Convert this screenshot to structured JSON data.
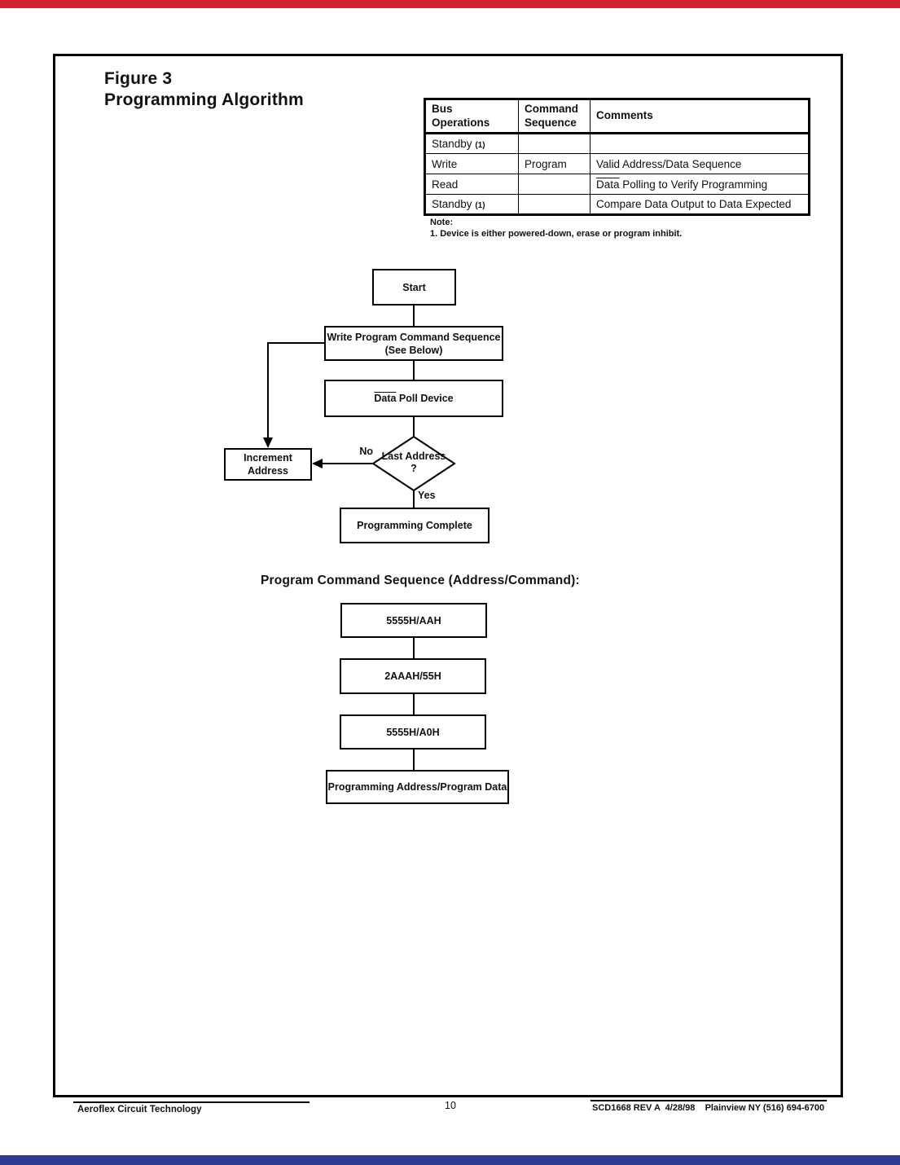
{
  "page": {
    "title_line1": "Figure 3",
    "title_line2": "Programming Algorithm",
    "page_number": "10",
    "footer_left": "Aeroflex Circuit Technology",
    "footer_right": "SCD1668 REV A  4/28/98    Plainview NY (516) 694-6700",
    "accent_colors": {
      "top_bar": "#cf2130",
      "bottom_bar": "#2e3b92"
    }
  },
  "table": {
    "col1_header_line1": "Bus",
    "col1_header_line2": "Operations",
    "col2_header_line1": "Command",
    "col2_header_line2": "Sequence",
    "col3_header": "Comments",
    "rows": [
      {
        "op": "Standby",
        "op_note": "(1)",
        "cmd": "",
        "comment_overline": "",
        "comment": ""
      },
      {
        "op": "Write",
        "op_note": "",
        "cmd": "Program",
        "comment_overline": "",
        "comment": "Valid Address/Data Sequence"
      },
      {
        "op": "Read",
        "op_note": "",
        "cmd": "",
        "comment_overline": "Data",
        "comment": " Polling to Verify Programming"
      },
      {
        "op": "Standby",
        "op_note": "(1)",
        "cmd": "",
        "comment_overline": "",
        "comment": "Compare Data Output to Data Expected"
      }
    ]
  },
  "note": {
    "label": "Note:",
    "text": "1. Device is either powered-down, erase or program inhibit."
  },
  "flowchart": {
    "start": "Start",
    "write_cmd_line1": "Write Program Command Sequence",
    "write_cmd_line2": "(See Below)",
    "data_poll_overline": "Data",
    "data_poll_rest": " Poll Device",
    "decision_line1": "Last Address",
    "decision_line2": "?",
    "no_label": "No",
    "yes_label": "Yes",
    "increment_line1": "Increment",
    "increment_line2": "Address",
    "complete": "Programming Complete"
  },
  "sequence": {
    "heading": "Program Command Sequence (Address/Command):",
    "steps": [
      "5555H/AAH",
      "2AAAH/55H",
      "5555H/A0H",
      "Programming Address/Program Data"
    ]
  }
}
